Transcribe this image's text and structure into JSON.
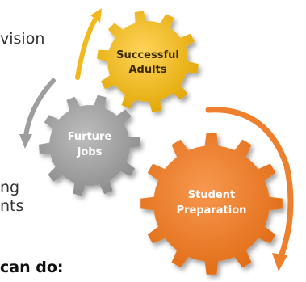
{
  "background_text": {
    "line1": "vision",
    "line2": "ng",
    "line3": "nts",
    "line4": "can do:"
  },
  "gears": [
    {
      "id": "successful-adults",
      "line1": "Successful",
      "line2": "Adults",
      "color": "#F2B81C",
      "text_color": "#3a2a00"
    },
    {
      "id": "future-jobs",
      "line1": "Furture",
      "line2": "Jobs",
      "color": "#9E9E9E",
      "text_color": "#ffffff"
    },
    {
      "id": "student-preparation",
      "line1": "Student",
      "line2": "Preparation",
      "color": "#EE7F2D",
      "text_color": "#ffffff"
    }
  ],
  "arrow_colors": {
    "yellow": "#F2B81C",
    "gray": "#9E9E9E",
    "orange": "#EE7F2D"
  }
}
